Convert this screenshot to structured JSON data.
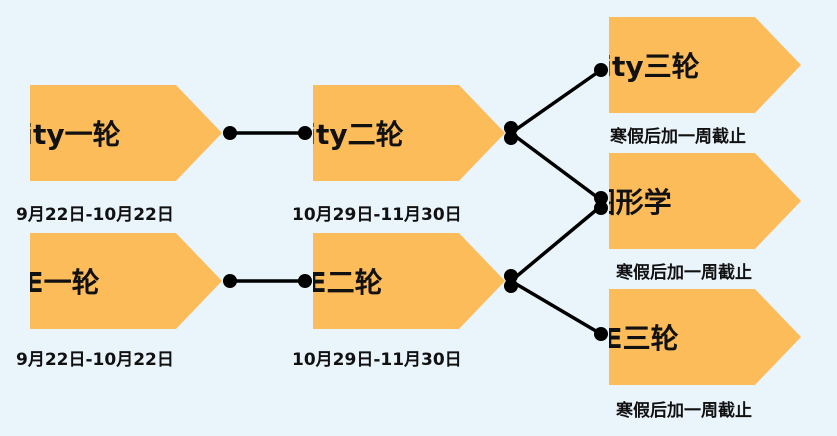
{
  "colors": {
    "background": "#eaf4fb",
    "node_fill": "#fdbc5a",
    "line": "#000000",
    "text": "#111111"
  },
  "nodes": [
    {
      "id": "unity1",
      "label": "Unity一轮",
      "caption": "9月22日-10月22日"
    },
    {
      "id": "unity2",
      "label": "Unity二轮",
      "caption": "10月29日-11月30日"
    },
    {
      "id": "unity3",
      "label": "Unity三轮",
      "caption": "寒假后加一周截止"
    },
    {
      "id": "graphics",
      "label": "图形学",
      "caption": "寒假后加一周截止"
    },
    {
      "id": "ue1",
      "label": "UE一轮",
      "caption": "9月22日-10月22日"
    },
    {
      "id": "ue2",
      "label": "UE二轮",
      "caption": "10月29日-11月30日"
    },
    {
      "id": "ue3",
      "label": "UE三轮",
      "caption": "寒假后加一周截止"
    }
  ],
  "edges": [
    {
      "from": "unity1",
      "to": "unity2"
    },
    {
      "from": "unity2",
      "to": "unity3"
    },
    {
      "from": "unity2",
      "to": "graphics"
    },
    {
      "from": "ue1",
      "to": "ue2"
    },
    {
      "from": "ue2",
      "to": "graphics"
    },
    {
      "from": "ue2",
      "to": "ue3"
    }
  ]
}
